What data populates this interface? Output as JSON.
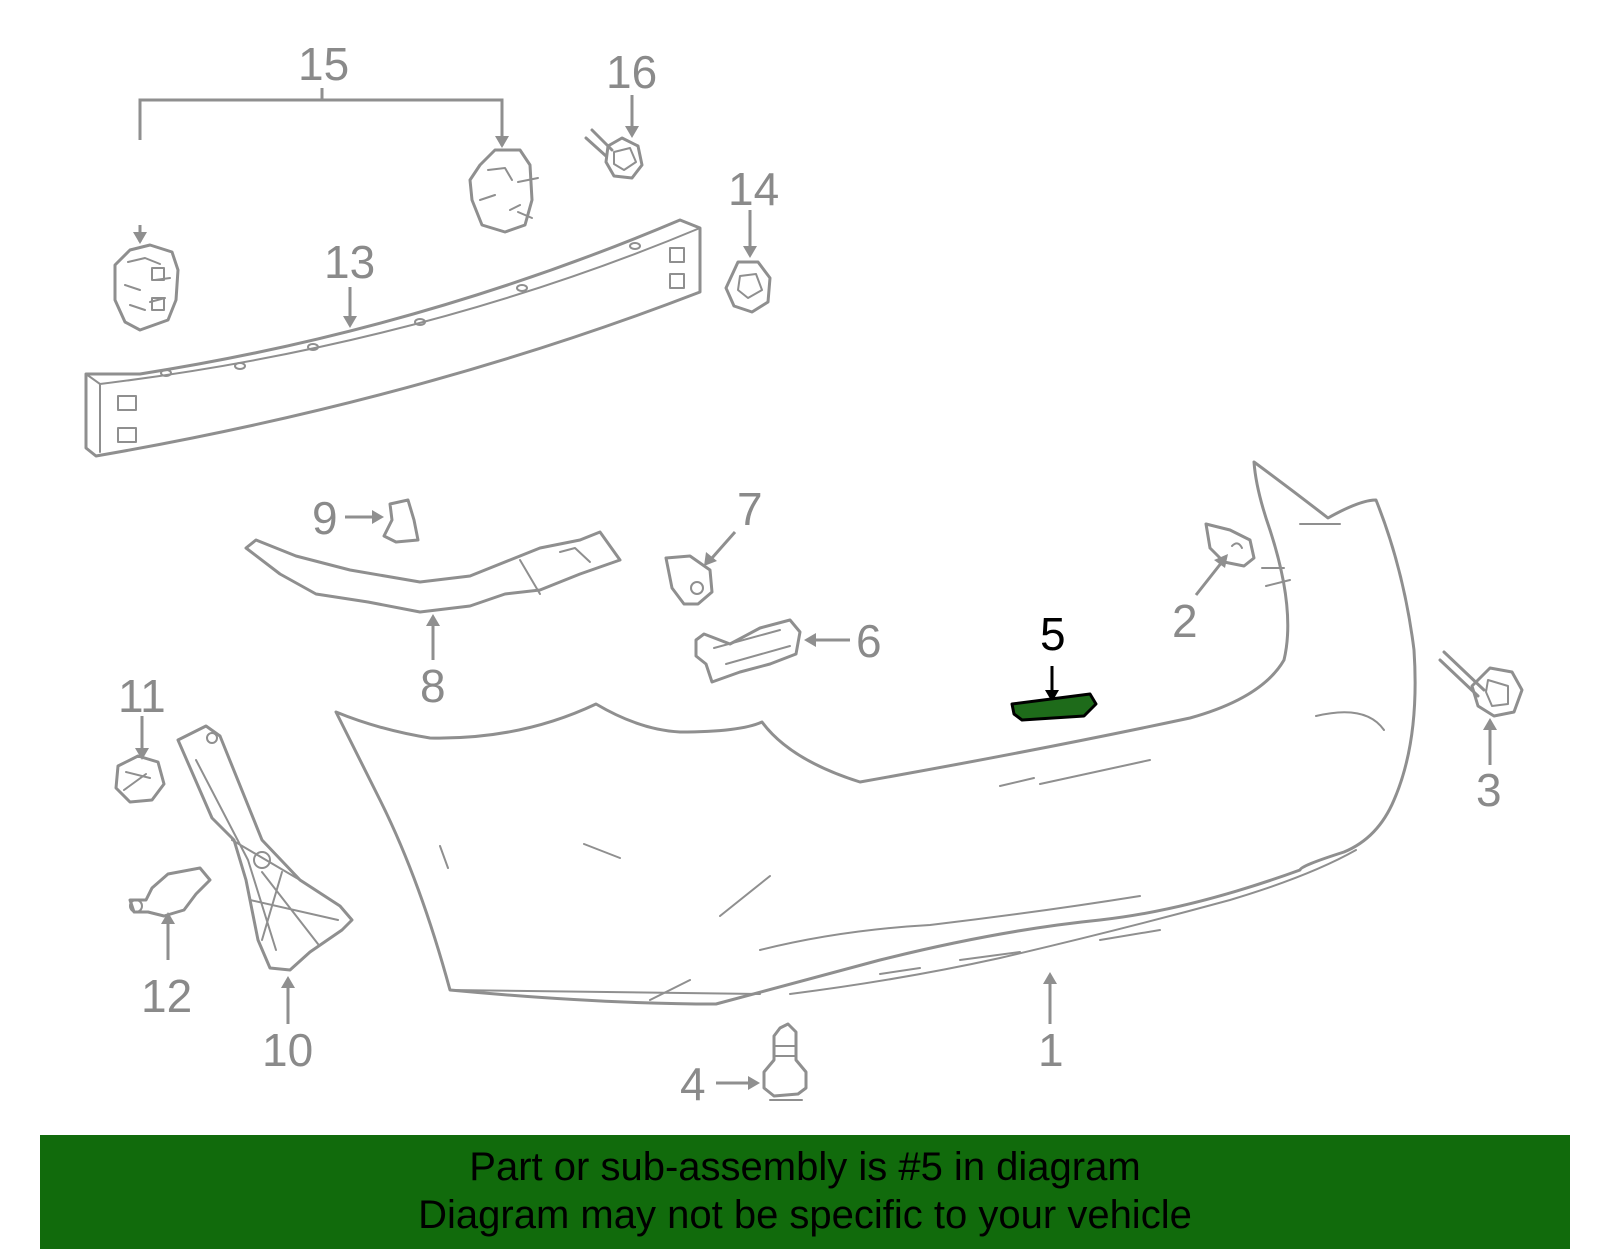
{
  "callouts": {
    "c1": "1",
    "c2": "2",
    "c3": "3",
    "c4": "4",
    "c5": "5",
    "c6": "6",
    "c7": "7",
    "c8": "8",
    "c9": "9",
    "c10": "10",
    "c11": "11",
    "c12": "12",
    "c13": "13",
    "c14": "14",
    "c15": "15",
    "c16": "16"
  },
  "highlight": {
    "part_number": "5",
    "fill_color": "#1e6b1a"
  },
  "banner": {
    "line1": "Part or sub-assembly is #5 in diagram",
    "line2": "Diagram may not be specific to your vehicle",
    "background_color": "#116b0c"
  }
}
